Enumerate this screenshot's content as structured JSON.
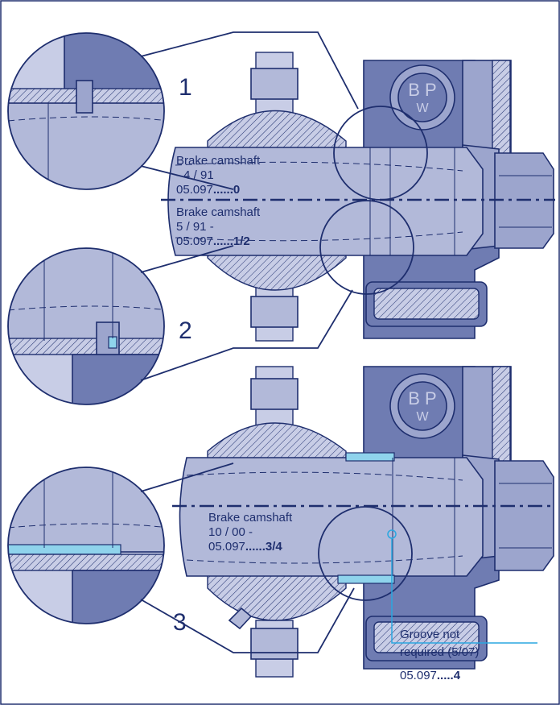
{
  "callouts": {
    "detail_1": "1",
    "detail_2": "2",
    "detail_3": "3"
  },
  "label_a": {
    "line1": "Brake camshaft",
    "line2": "- 4 / 91",
    "prefix": "05.097",
    "suffix": "......0"
  },
  "label_b": {
    "line1": "Brake camshaft",
    "line2": "5 / 91 -",
    "prefix": "05.097",
    "suffix": "......1/2"
  },
  "label_c": {
    "line1": "Brake camshaft",
    "line2": "10 / 00 -",
    "prefix": "05.097",
    "suffix": "......3/4"
  },
  "note": {
    "line1": "Groove not",
    "line2": "required (5/07)",
    "prefix": "05.097",
    "suffix": ".....4"
  },
  "logo": {
    "top": "B P",
    "bottom": "W"
  },
  "colors": {
    "ink": "#1e2e6e",
    "shaft": "#aab2d6",
    "housing": "#6f7cb2",
    "bushing_highlight": "#8fd3ec",
    "leader": "#2aa7e0"
  }
}
